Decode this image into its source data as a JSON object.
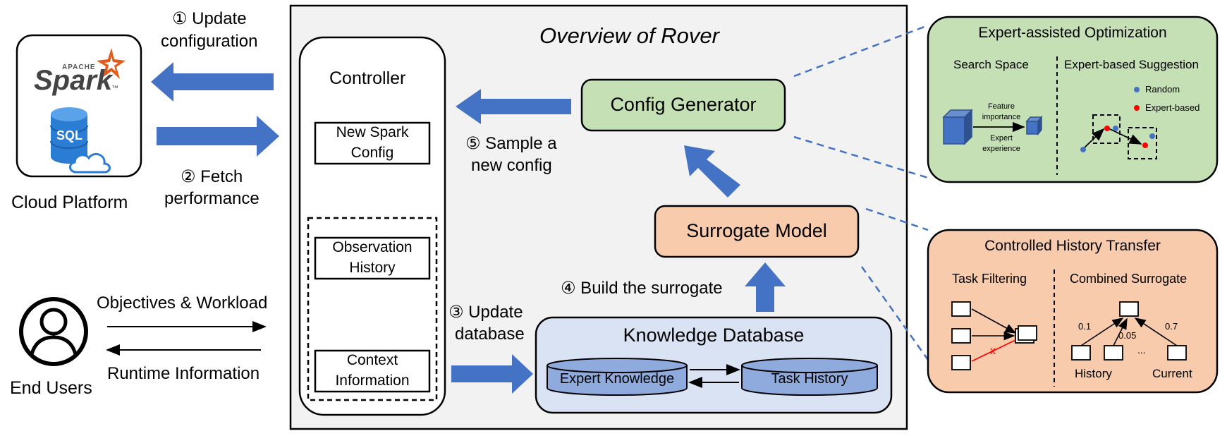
{
  "title": "Overview of Rover",
  "cloud_platform": {
    "label": "Cloud Platform",
    "spark_small": "APACHE",
    "spark_name": "Spark",
    "tm": "™",
    "sql_label": "SQL"
  },
  "steps": {
    "update_config_line1": "① Update",
    "update_config_line2": "configuration",
    "fetch_line1": "② Fetch",
    "fetch_line2": "performance",
    "update_db_line1": "③ Update",
    "update_db_line2": "database",
    "build_surrogate": "④ Build the surrogate",
    "sample_line1": "⑤ Sample a",
    "sample_line2": "new config"
  },
  "end_users": {
    "label": "End Users",
    "objectives": "Objectives & Workload",
    "runtime": "Runtime Information"
  },
  "controller": {
    "title": "Controller",
    "new_config_line1": "New Spark",
    "new_config_line2": "Config",
    "obs_line1": "Observation",
    "obs_line2": "History",
    "ctx_line1": "Context",
    "ctx_line2": "Information"
  },
  "config_generator": "Config Generator",
  "surrogate_model": "Surrogate Model",
  "knowledge_db": {
    "title": "Knowledge Database",
    "expert": "Expert Knowledge",
    "history": "Task History"
  },
  "expert_opt": {
    "title": "Expert-assisted Optimization",
    "search_space": "Search Space",
    "expert_suggestion": "Expert-based Suggestion",
    "feature_line1": "Feature",
    "feature_line2": "importance",
    "expert_line1": "Expert",
    "expert_line2": "experience",
    "legend_random": "Random",
    "legend_expert": "Expert-based"
  },
  "history_transfer": {
    "title": "Controlled History Transfer",
    "task_filtering": "Task Filtering",
    "combined": "Combined Surrogate",
    "w1": "0.1",
    "w2": "0.05",
    "w3": "0.7",
    "dots": "...",
    "history": "History",
    "current": "Current"
  },
  "colors": {
    "arrow_blue": "#4472c4",
    "green_fill": "#c5e0b4",
    "orange_fill": "#f8cbad",
    "db_fill": "#dae3f3",
    "cylinder_fill": "#8faadc",
    "overview_bg": "#f2f2f2",
    "red_dot": "#ff0000"
  }
}
